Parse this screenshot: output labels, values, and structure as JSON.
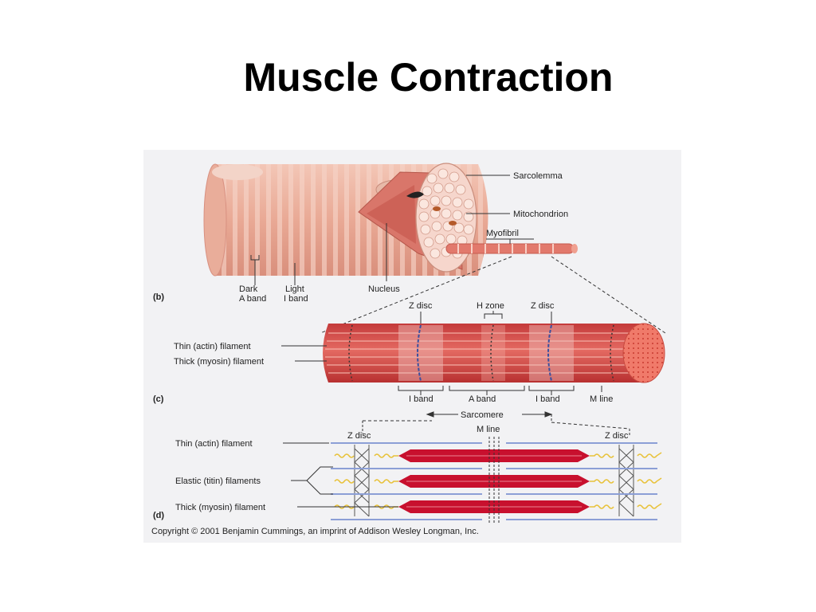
{
  "slide": {
    "title": "Muscle Contraction"
  },
  "figure": {
    "panel_b": {
      "panel_label": "(b)",
      "sarcolemma": "Sarcolemma",
      "mitochondrion": "Mitochondrion",
      "myofibril": "Myofibril",
      "dark_band_1": "Dark",
      "dark_band_2": "A band",
      "light_band_1": "Light",
      "light_band_2": "I band",
      "nucleus": "Nucleus"
    },
    "panel_c": {
      "panel_label": "(c)",
      "z_disc_left": "Z disc",
      "h_zone": "H zone",
      "z_disc_right": "Z disc",
      "thin_filament": "Thin (actin) filament",
      "thick_filament": "Thick (myosin) filament",
      "i_band_left": "I band",
      "a_band": "A band",
      "i_band_right": "I band",
      "m_line": "M line",
      "sarcomere": "Sarcomere"
    },
    "panel_d": {
      "panel_label": "(d)",
      "z_disc_left": "Z disc",
      "m_line": "M line",
      "z_disc_right": "Z disc",
      "thin_filament": "Thin (actin) filament",
      "elastic_filaments": "Elastic (titin) filaments",
      "thick_filament": "Thick (myosin) filament"
    },
    "copyright": "Copyright © 2001 Benjamin Cummings, an imprint of Addison Wesley Longman, Inc."
  },
  "colors": {
    "fiber": "#e8a793",
    "fiber_light": "#f5cbbb",
    "myofibril_red": "#d84a4a",
    "myosin_red": "#c8102e",
    "actin_blue": "#8c9fd6",
    "titin_yellow": "#e8c23a"
  }
}
